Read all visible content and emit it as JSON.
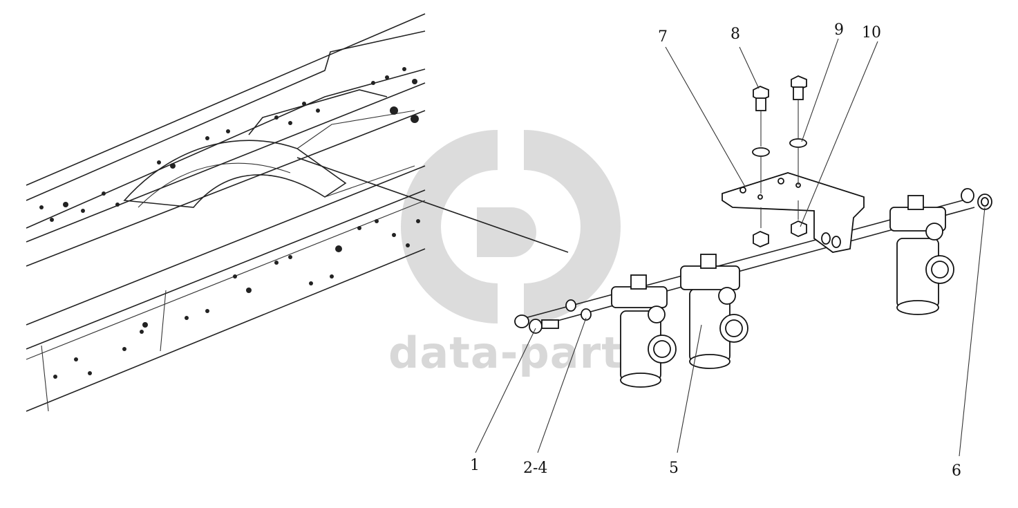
{
  "watermark": {
    "text": "data-parts",
    "logo": "dp-monogram-logo",
    "color": "#d8d8d8"
  },
  "callouts": [
    {
      "id": "c1",
      "label": "1"
    },
    {
      "id": "c2",
      "label": "2-4"
    },
    {
      "id": "c5",
      "label": "5"
    },
    {
      "id": "c6",
      "label": "6"
    },
    {
      "id": "c7",
      "label": "7"
    },
    {
      "id": "c8",
      "label": "8"
    },
    {
      "id": "c9",
      "label": "9"
    },
    {
      "id": "c10",
      "label": "10"
    }
  ]
}
